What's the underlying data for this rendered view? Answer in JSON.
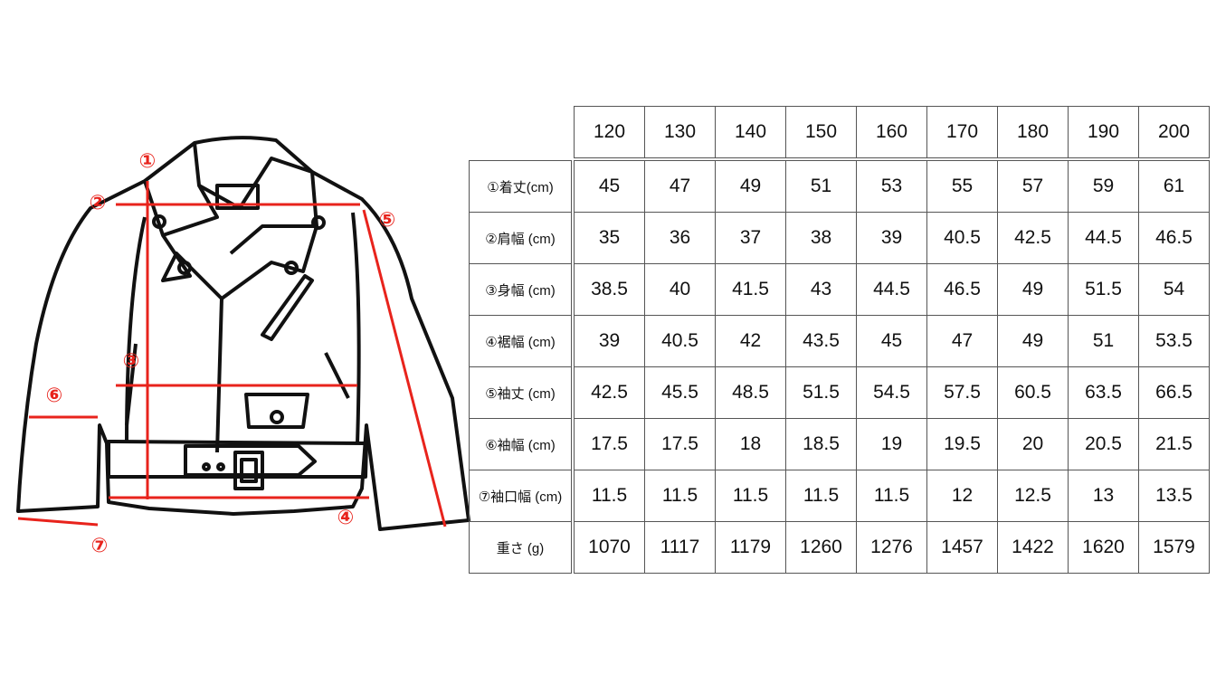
{
  "markers": [
    "①",
    "②",
    "③",
    "④",
    "⑤",
    "⑥",
    "⑦"
  ],
  "sizes": [
    "120",
    "130",
    "140",
    "150",
    "160",
    "170",
    "180",
    "190",
    "200"
  ],
  "rows": [
    {
      "label": "①着丈(cm)",
      "values": [
        "45",
        "47",
        "49",
        "51",
        "53",
        "55",
        "57",
        "59",
        "61"
      ]
    },
    {
      "label": "②肩幅 (cm)",
      "values": [
        "35",
        "36",
        "37",
        "38",
        "39",
        "40.5",
        "42.5",
        "44.5",
        "46.5"
      ]
    },
    {
      "label": "③身幅 (cm)",
      "values": [
        "38.5",
        "40",
        "41.5",
        "43",
        "44.5",
        "46.5",
        "49",
        "51.5",
        "54"
      ]
    },
    {
      "label": "④裾幅 (cm)",
      "values": [
        "39",
        "40.5",
        "42",
        "43.5",
        "45",
        "47",
        "49",
        "51",
        "53.5"
      ]
    },
    {
      "label": "⑤袖丈 (cm)",
      "values": [
        "42.5",
        "45.5",
        "48.5",
        "51.5",
        "54.5",
        "57.5",
        "60.5",
        "63.5",
        "66.5"
      ]
    },
    {
      "label": "⑥袖幅 (cm)",
      "values": [
        "17.5",
        "17.5",
        "18",
        "18.5",
        "19",
        "19.5",
        "20",
        "20.5",
        "21.5"
      ]
    },
    {
      "label": "⑦袖口幅 (cm)",
      "values": [
        "11.5",
        "11.5",
        "11.5",
        "11.5",
        "11.5",
        "12",
        "12.5",
        "13",
        "13.5"
      ]
    },
    {
      "label": "重さ (g)",
      "values": [
        "1070",
        "1117",
        "1179",
        "1260",
        "1276",
        "1457",
        "1422",
        "1620",
        "1579"
      ]
    }
  ],
  "colors": {
    "measure": "#e8231c",
    "line": "#111111",
    "grid": "#555555"
  }
}
